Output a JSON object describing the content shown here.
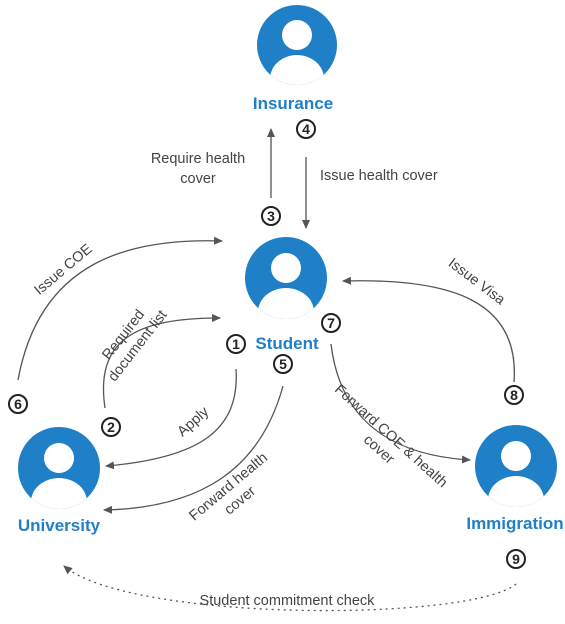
{
  "colors": {
    "node": "#1f7fc7",
    "arrow": "#555555",
    "text": "#444444"
  },
  "nodes": {
    "insurance": {
      "label": "Insurance",
      "icon": "user-icon"
    },
    "student": {
      "label": "Student",
      "icon": "user-icon"
    },
    "university": {
      "label": "University",
      "icon": "user-icon"
    },
    "immigration": {
      "label": "Immigration",
      "icon": "user-icon"
    }
  },
  "edges": {
    "require_health_cover": [
      "Require health",
      "cover"
    ],
    "issue_health_cover": "Issue health cover",
    "issue_coe": "Issue COE",
    "required_document_list": [
      "Required",
      "document list"
    ],
    "apply": "Apply",
    "forward_health_cover": [
      "Forward health",
      "cover"
    ],
    "issue_visa": "Issue Visa",
    "forward_coe_health_cover": [
      "Forward COE & health",
      "cover"
    ],
    "student_commitment_check": "Student commitment check"
  },
  "steps": [
    "1",
    "2",
    "3",
    "4",
    "5",
    "6",
    "7",
    "8",
    "9"
  ]
}
